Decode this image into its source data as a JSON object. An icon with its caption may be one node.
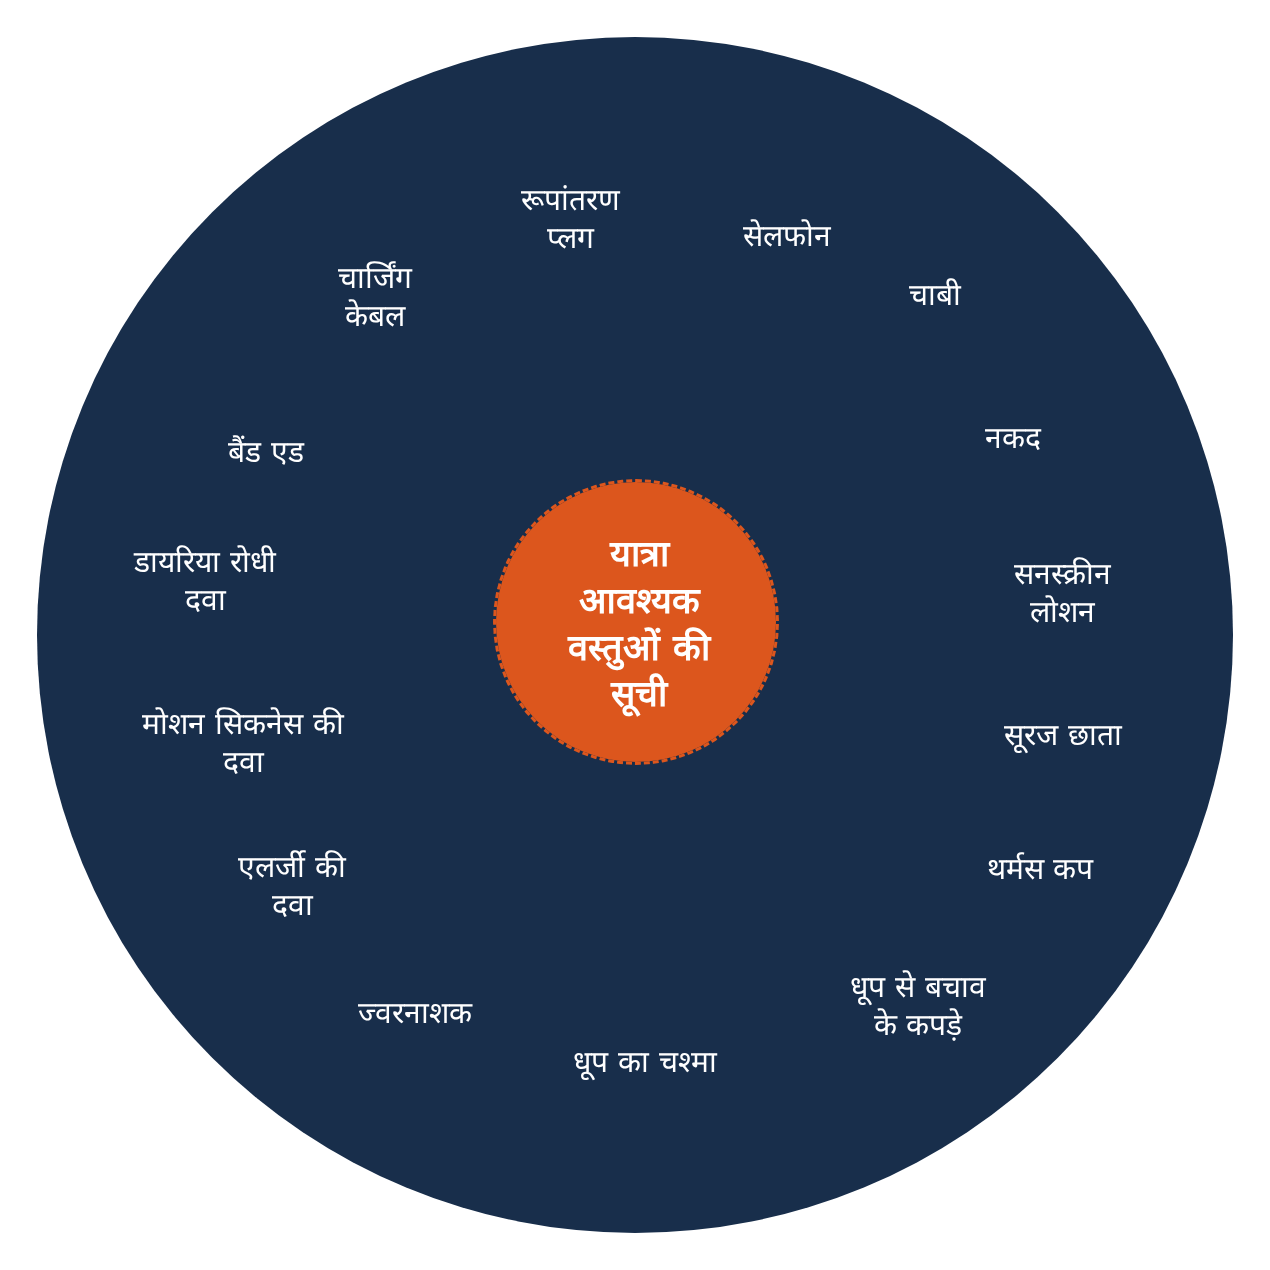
{
  "diagram": {
    "nodes": [
      {
        "text": [
          "रूपांतरण प्लग",
          "सेलफोन",
          "चार्जिंग केबल",
          "चाबी",
          "बैंड एड",
          "नकद",
          "डायरिया रोधी दवा",
          "सनस्क्रीन लोशन",
          "मोशन सिकनेस की दवा",
          "सूरज छाता",
          "एलर्जी की दवा",
          "थर्मस कप",
          "ज्वरनाशक",
          "धूप से बचाव के कपड़े",
          "धूप का चश्मा"
        ]
      },
      {
        "text": [
          "यात्रा आवश्यक वस्तुओं की सूची"
        ],
        "in": 0
      }
    ]
  }
}
